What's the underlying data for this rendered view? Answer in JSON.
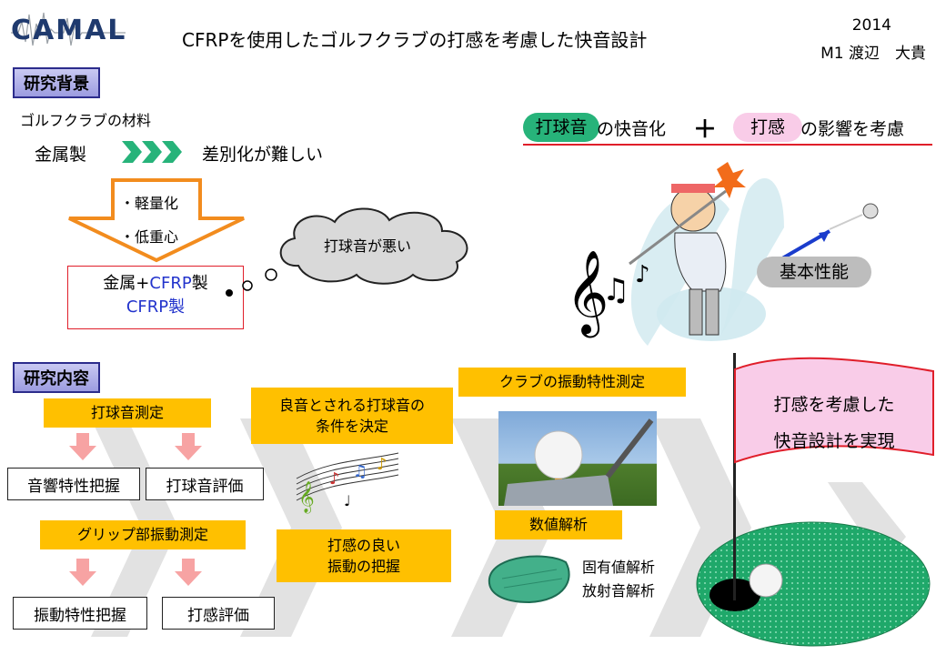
{
  "logo": {
    "text": "CAMAL"
  },
  "header": {
    "title": "CFRPを使用したゴルフクラブの打感を考慮した快音設計",
    "year": "2014",
    "author": "M1 渡辺　大貴"
  },
  "background": {
    "section_label": "研究背景",
    "materials_label": "ゴルフクラブの材料",
    "metal": "金属製",
    "difficulty": "差別化が難しい",
    "arrow_items": [
      "・軽量化",
      "・低重心"
    ],
    "result_line1_a": "金属+",
    "result_line1_b": "CFRP",
    "result_line1_c": "製",
    "result_line2": "CFRP製",
    "thought": "打球音が悪い"
  },
  "goal": {
    "sound_badge": "打球音",
    "sound_suffix": "の快音化",
    "plus": "＋",
    "feel_badge": "打感",
    "feel_suffix": "の影響を考慮",
    "basic_performance": "基本性能"
  },
  "research": {
    "section_label": "研究内容",
    "sound_measure": "打球音測定",
    "acoustic": "音響特性把握",
    "sound_eval": "打球音評価",
    "grip_measure": "グリップ部振動測定",
    "vibration_char": "振動特性把握",
    "feel_eval": "打感評価",
    "good_sound_1": "良音とされる打球音の",
    "good_sound_2": "条件を決定",
    "good_feel_1": "打感の良い",
    "good_feel_2": "振動の把握",
    "club_vib": "クラブの振動特性測定",
    "numerical": "数値解析",
    "eigen": "固有値解析",
    "radiation": "放射音解析",
    "flag_1": "打感を考慮した",
    "flag_2": "快音設計を実現"
  },
  "colors": {
    "accent_navy": "#2c2c8c",
    "yellow": "#ffc000",
    "orange": "#f28c1e",
    "green": "#27b37a",
    "pink": "#f9cce8",
    "red": "#e01e2a",
    "cfrp_blue": "#2233cc"
  }
}
